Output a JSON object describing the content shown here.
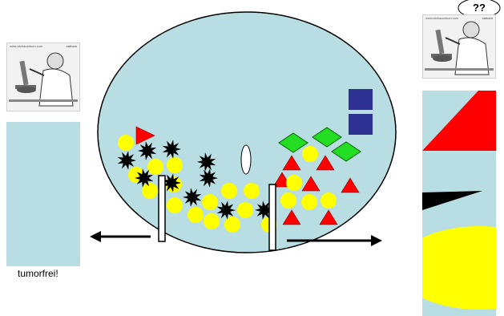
{
  "left_panel": {
    "label": "tumorfrei!",
    "cartoon_site": "www.alohacartoon.com",
    "cartoon_badge": "cartoon"
  },
  "right_panel": {
    "thought_text": "??",
    "cartoon_site": "www.alohacartoon.com",
    "cartoon_badge": "cartoon"
  },
  "colors": {
    "fluid": "#b8dde2",
    "yellow_cell": "#ffff00",
    "red_cell": "#ff0000",
    "green_cell": "#22dd22",
    "blue_cell": "#2e3192",
    "black_cell": "#000000"
  }
}
